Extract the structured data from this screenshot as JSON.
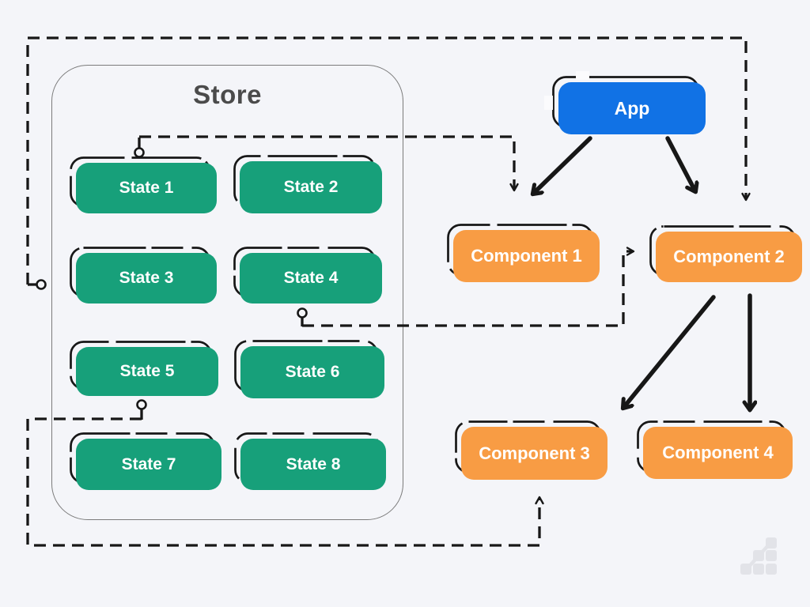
{
  "diagram": {
    "store": {
      "title": "Store",
      "states": [
        {
          "label": "State 1"
        },
        {
          "label": "State 2"
        },
        {
          "label": "State 3"
        },
        {
          "label": "State 4"
        },
        {
          "label": "State 5"
        },
        {
          "label": "State 6"
        },
        {
          "label": "State 7"
        },
        {
          "label": "State 8"
        }
      ]
    },
    "app": {
      "label": "App"
    },
    "components": [
      {
        "label": "Component 1"
      },
      {
        "label": "Component 2"
      },
      {
        "label": "Component 3"
      },
      {
        "label": "Component 4"
      }
    ],
    "edges": [
      {
        "from": "Store (left side)",
        "to": "Component 2",
        "style": "dashed",
        "marker": "thin-arrow"
      },
      {
        "from": "State 1",
        "to": "Component 1",
        "style": "dashed",
        "marker": "thin-arrow"
      },
      {
        "from": "State 4",
        "to": "Component 2",
        "style": "dashed",
        "marker": "thin-arrow"
      },
      {
        "from": "State 5",
        "to": "Component 3",
        "style": "dashed",
        "marker": "thin-arrow"
      },
      {
        "from": "App",
        "to": "Component 1",
        "style": "solid",
        "marker": "fat-arrow"
      },
      {
        "from": "App",
        "to": "Component 2",
        "style": "solid",
        "marker": "fat-arrow"
      },
      {
        "from": "Component 2",
        "to": "Component 3",
        "style": "solid",
        "marker": "fat-arrow"
      },
      {
        "from": "Component 2",
        "to": "Component 4",
        "style": "solid",
        "marker": "fat-arrow"
      }
    ],
    "colors": {
      "background": "#F4F5F9",
      "state": "#17A07A",
      "component": "#F89C44",
      "app": "#1172E5",
      "line": "#171717",
      "store_border": "#7B7B7B",
      "title": "#4B4B4B",
      "watermark": "#E2E3E8"
    },
    "icons": {
      "watermark": "stairs-chart-logo"
    }
  }
}
